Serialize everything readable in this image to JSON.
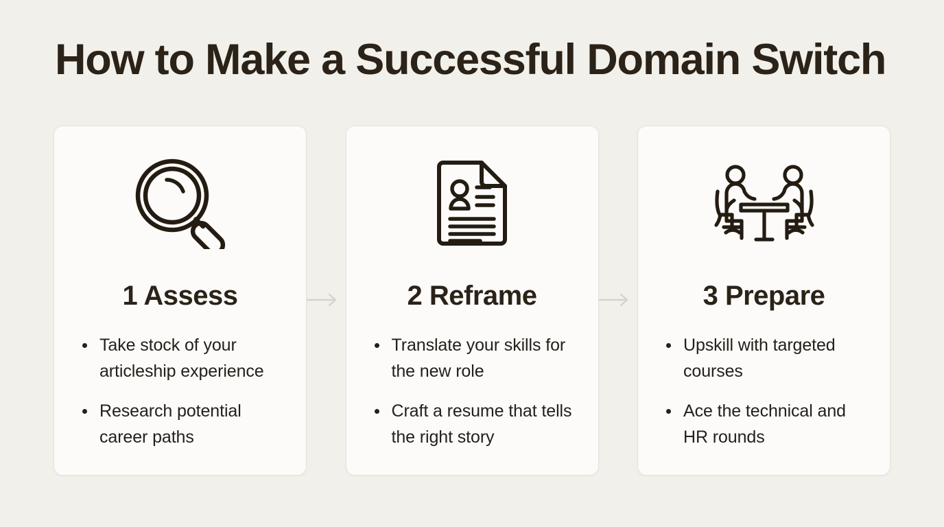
{
  "header": {
    "title": "How to Make a Successful Domain Switch"
  },
  "colors": {
    "background": "#f2f0ea",
    "card_background": "#fcfbf9",
    "card_border": "#e6e3dc",
    "text_dark": "#2b2218",
    "body_text": "#24201a",
    "icon_stroke": "#241c12",
    "arrow": "#d6d3cb"
  },
  "steps": [
    {
      "number": "1",
      "heading": "1 Assess",
      "icon": "magnifier-icon",
      "bullets": [
        "Take stock of your articleship experience",
        "Research potential career paths"
      ]
    },
    {
      "number": "2",
      "heading": "2 Reframe",
      "icon": "resume-document-icon",
      "bullets": [
        "Translate your skills for the new role",
        "Craft a resume that tells the right story"
      ]
    },
    {
      "number": "3",
      "heading": "3 Prepare",
      "icon": "interview-people-icon",
      "bullets": [
        "Upskill with targeted courses",
        "Ace the technical and HR rounds"
      ]
    }
  ],
  "connectors": [
    {
      "name": "arrow-step1-to-step2"
    },
    {
      "name": "arrow-step2-to-step3"
    }
  ]
}
